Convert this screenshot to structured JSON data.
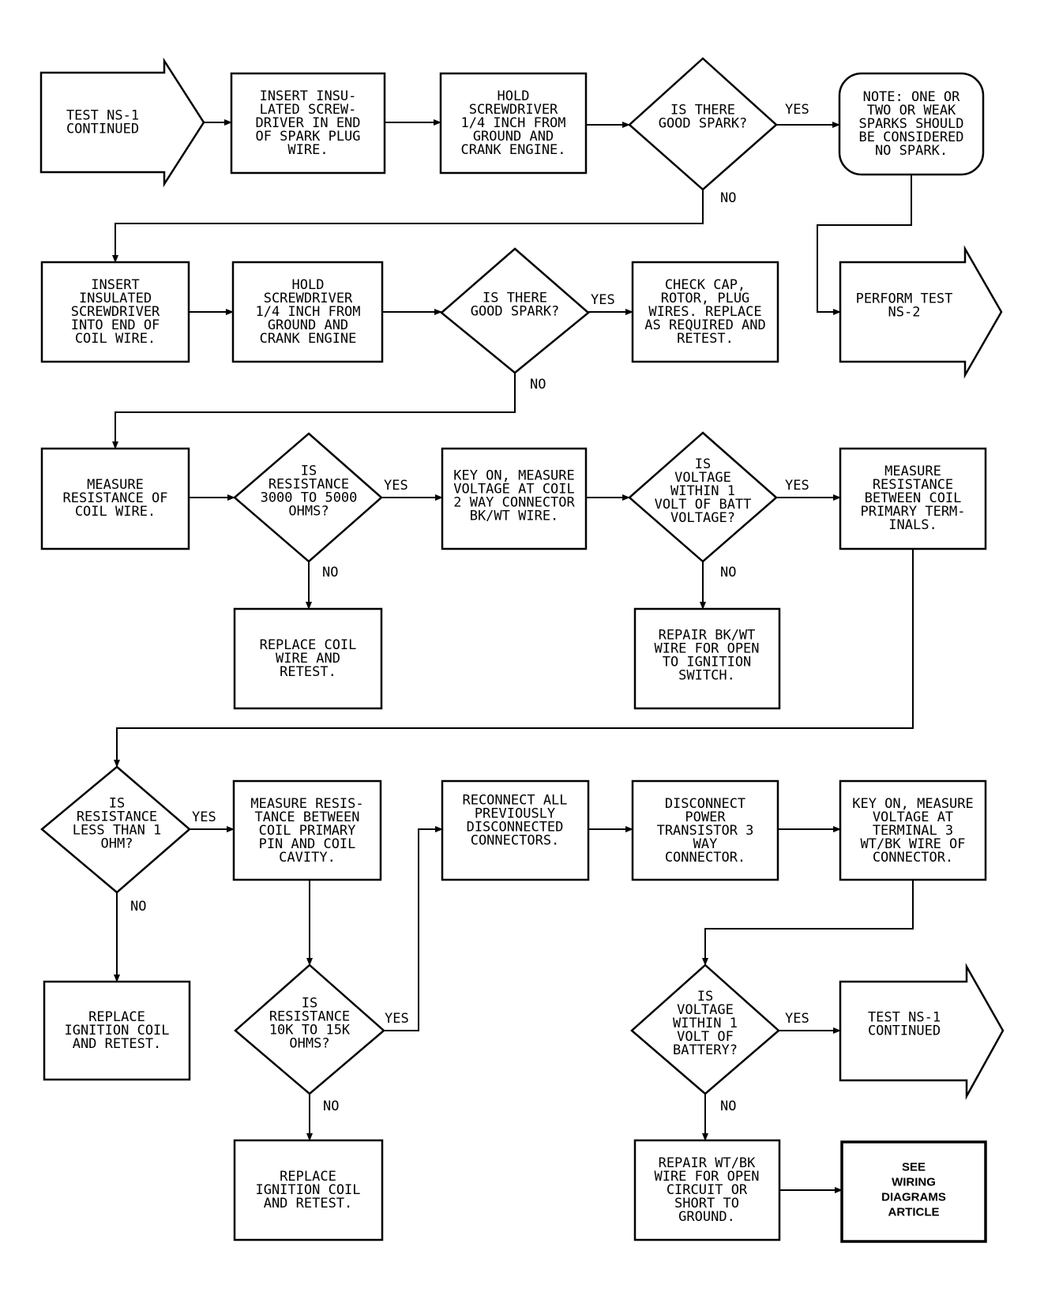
{
  "nodes": {
    "start": {
      "lines": [
        "TEST NS-1",
        "CONTINUED"
      ]
    },
    "a1": {
      "lines": [
        "INSERT INSU-",
        "LATED SCREW-",
        "DRIVER IN END",
        "OF SPARK PLUG",
        "WIRE."
      ]
    },
    "a2": {
      "lines": [
        "HOLD",
        "SCREWDRIVER",
        "1/4 INCH FROM",
        "GROUND AND",
        "CRANK ENGINE."
      ]
    },
    "d1": {
      "lines": [
        "IS THERE",
        "GOOD SPARK?"
      ]
    },
    "note": {
      "lines": [
        "NOTE: ONE OR",
        "TWO OR WEAK",
        "SPARKS SHOULD",
        "BE CONSIDERED",
        "NO SPARK."
      ]
    },
    "b1": {
      "lines": [
        "INSERT",
        "INSULATED",
        "SCREWDRIVER",
        "INTO END OF",
        "COIL WIRE."
      ]
    },
    "b2": {
      "lines": [
        "HOLD",
        "SCREWDRIVER",
        "1/4 INCH FROM",
        "GROUND AND",
        "CRANK ENGINE"
      ]
    },
    "d2": {
      "lines": [
        "IS THERE",
        "GOOD SPARK?"
      ]
    },
    "b3": {
      "lines": [
        "CHECK CAP,",
        "ROTOR, PLUG",
        "WIRES. REPLACE",
        "AS REQUIRED AND",
        "RETEST."
      ]
    },
    "ns2": {
      "lines": [
        "PERFORM TEST",
        "NS-2"
      ]
    },
    "c1": {
      "lines": [
        "MEASURE",
        "RESISTANCE OF",
        "COIL WIRE."
      ]
    },
    "d3": {
      "lines": [
        "IS",
        "RESISTANCE",
        "3000 TO 5000",
        "OHMS?"
      ]
    },
    "c2": {
      "lines": [
        "KEY ON, MEASURE",
        "VOLTAGE AT COIL",
        "2 WAY CONNECTOR",
        "BK/WT WIRE."
      ]
    },
    "d4": {
      "lines": [
        "IS",
        "VOLTAGE",
        "WITHIN 1",
        "VOLT OF BATT",
        "VOLTAGE?"
      ]
    },
    "c3": {
      "lines": [
        "MEASURE",
        "RESISTANCE",
        "BETWEEN COIL",
        "PRIMARY TERM-",
        "INALS."
      ]
    },
    "c4": {
      "lines": [
        "REPLACE COIL",
        "WIRE AND",
        "RETEST."
      ]
    },
    "c5": {
      "lines": [
        "REPAIR BK/WT",
        "WIRE FOR OPEN",
        "TO IGNITION",
        "SWITCH."
      ]
    },
    "d5": {
      "lines": [
        "IS",
        "RESISTANCE",
        "LESS THAN 1",
        "OHM?"
      ]
    },
    "e1": {
      "lines": [
        "MEASURE RESIS-",
        "TANCE BETWEEN",
        "COIL PRIMARY",
        "PIN AND COIL",
        "CAVITY."
      ]
    },
    "e2": {
      "lines": [
        "RECONNECT ALL",
        "PREVIOUSLY",
        "DISCONNECTED",
        "CONNECTORS."
      ]
    },
    "e3": {
      "lines": [
        "DISCONNECT",
        "POWER",
        "TRANSISTOR 3",
        "WAY",
        "CONNECTOR."
      ]
    },
    "e4": {
      "lines": [
        "KEY ON, MEASURE",
        "VOLTAGE AT",
        "TERMINAL 3",
        "WT/BK WIRE OF",
        "CONNECTOR."
      ]
    },
    "f1": {
      "lines": [
        "REPLACE",
        "IGNITION COIL",
        "AND RETEST."
      ]
    },
    "d6": {
      "lines": [
        "IS",
        "RESISTANCE",
        "10K TO 15K",
        "OHMS?"
      ]
    },
    "d7": {
      "lines": [
        "IS",
        "VOLTAGE",
        "WITHIN 1",
        "VOLT OF",
        "BATTERY?"
      ]
    },
    "end": {
      "lines": [
        "TEST NS-1",
        "CONTINUED"
      ]
    },
    "g1": {
      "lines": [
        "REPLACE",
        "IGNITION COIL",
        "AND RETEST."
      ]
    },
    "g2": {
      "lines": [
        "REPAIR WT/BK",
        "WIRE FOR OPEN",
        "CIRCUIT OR",
        "SHORT TO",
        "GROUND."
      ]
    },
    "g3": {
      "lines": [
        "SEE",
        "WIRING",
        "DIAGRAMS",
        "ARTICLE"
      ]
    }
  },
  "edge_labels": {
    "d1_yes": "YES",
    "d1_no": "NO",
    "d2_yes": "YES",
    "d2_no": "NO",
    "d3_yes": "YES",
    "d3_no": "NO",
    "d4_yes": "YES",
    "d4_no": "NO",
    "d5_yes": "YES",
    "d5_no": "NO",
    "d6_yes": "YES",
    "d6_no": "NO",
    "d7_yes": "YES",
    "d7_no": "NO"
  }
}
